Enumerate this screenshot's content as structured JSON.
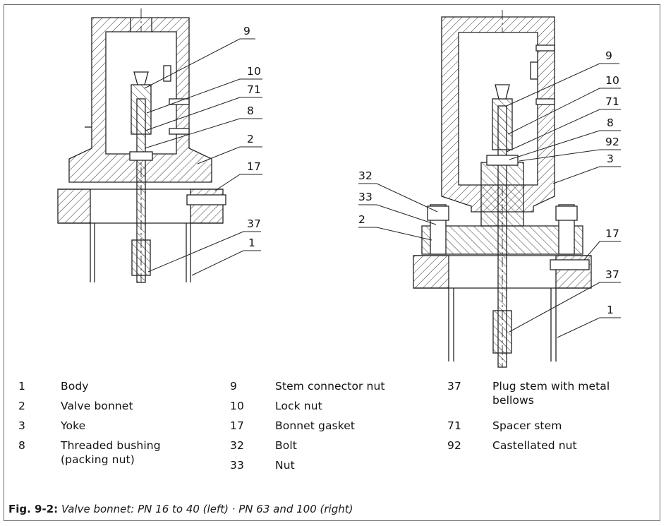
{
  "figure": {
    "caption_label": "Fig. 9-2:",
    "caption_text": "Valve bonnet: PN 16 to 40 (left) · PN 63 and 100 (right)"
  },
  "callouts_left": [
    "9",
    "10",
    "71",
    "8",
    "2",
    "17",
    "37",
    "1"
  ],
  "callouts_right": [
    "9",
    "10",
    "71",
    "8",
    "92",
    "3",
    "32",
    "33",
    "2",
    "17",
    "37",
    "1"
  ],
  "legend": [
    {
      "num": "1",
      "desc": "Body"
    },
    {
      "num": "2",
      "desc": "Valve bonnet"
    },
    {
      "num": "3",
      "desc": "Yoke"
    },
    {
      "num": "8",
      "desc": "Threaded bushing\n(packing nut)"
    },
    {
      "num": "9",
      "desc": "Stem connector nut"
    },
    {
      "num": "10",
      "desc": "Lock nut"
    },
    {
      "num": "17",
      "desc": "Bonnet gasket"
    },
    {
      "num": "32",
      "desc": "Bolt"
    },
    {
      "num": "33",
      "desc": "Nut"
    },
    {
      "num": "37",
      "desc": "Plug stem with metal\nbellows"
    },
    {
      "num": "71",
      "desc": "Spacer stem"
    },
    {
      "num": "92",
      "desc": "Castellated nut"
    }
  ]
}
